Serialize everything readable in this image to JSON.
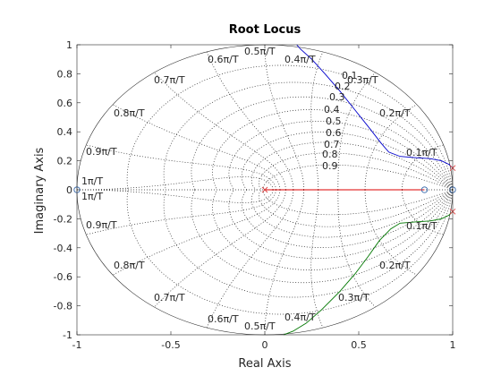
{
  "chart_data": {
    "type": "line",
    "title": "Root Locus",
    "xlabel": "Real Axis",
    "ylabel": "Imaginary Axis",
    "xlim": [
      -1,
      1
    ],
    "ylim": [
      -1,
      1
    ],
    "x_ticks": [
      -1,
      -0.5,
      0,
      0.5,
      1
    ],
    "x_tick_labels": [
      "-1",
      "-0.5",
      "0",
      "0.5",
      "1"
    ],
    "y_ticks": [
      -1,
      -0.8,
      -0.6,
      -0.4,
      -0.2,
      0,
      0.2,
      0.4,
      0.6,
      0.8,
      1
    ],
    "y_tick_labels": [
      "-1",
      "-0.8",
      "-0.6",
      "-0.4",
      "-0.2",
      "0",
      "0.2",
      "0.4",
      "0.6",
      "0.8",
      "1"
    ],
    "grid": true,
    "unit_circle": true,
    "damping_grid": [
      0.1,
      0.2,
      0.3,
      0.4,
      0.5,
      0.6,
      0.7,
      0.8,
      0.9
    ],
    "damping_labels": [
      "0.1",
      "0.2",
      "0.3",
      "0.4",
      "0.5",
      "0.6",
      "0.7",
      "0.8",
      "0.9"
    ],
    "natural_freq_grid": [
      0.1,
      0.2,
      0.3,
      0.4,
      0.5,
      0.6,
      0.7,
      0.8,
      0.9,
      1.0
    ],
    "natural_freq_labels": [
      "0.1π/T",
      "0.2π/T",
      "0.3π/T",
      "0.4π/T",
      "0.5π/T",
      "0.6π/T",
      "0.7π/T",
      "0.8π/T",
      "0.9π/T",
      "1π/T"
    ],
    "series": [
      {
        "color": "#0000cc",
        "points": [
          [
            1.0,
            0.15
          ],
          [
            0.98,
            0.175
          ],
          [
            0.94,
            0.2
          ],
          [
            0.88,
            0.215
          ],
          [
            0.8,
            0.222
          ],
          [
            0.72,
            0.23
          ],
          [
            0.66,
            0.26
          ],
          [
            0.62,
            0.32
          ],
          [
            0.56,
            0.42
          ],
          [
            0.48,
            0.55
          ],
          [
            0.4,
            0.68
          ],
          [
            0.32,
            0.8
          ],
          [
            0.25,
            0.9
          ],
          [
            0.19,
            0.97
          ],
          [
            0.17,
            1.0
          ]
        ]
      },
      {
        "color": "#007700",
        "points": [
          [
            1.0,
            -0.15
          ],
          [
            0.98,
            -0.175
          ],
          [
            0.94,
            -0.2
          ],
          [
            0.88,
            -0.215
          ],
          [
            0.8,
            -0.222
          ],
          [
            0.72,
            -0.23
          ],
          [
            0.67,
            -0.27
          ],
          [
            0.61,
            -0.35
          ],
          [
            0.55,
            -0.46
          ],
          [
            0.48,
            -0.58
          ],
          [
            0.4,
            -0.7
          ],
          [
            0.3,
            -0.83
          ],
          [
            0.22,
            -0.92
          ],
          [
            0.15,
            -0.975
          ],
          [
            0.1,
            -1.0
          ]
        ]
      },
      {
        "color": "#dd0000",
        "points": [
          [
            0.0,
            0.0
          ],
          [
            0.85,
            0.0
          ]
        ]
      }
    ],
    "poles": [
      [
        0.0,
        0.0
      ],
      [
        1.0,
        0.15
      ],
      [
        1.0,
        -0.15
      ]
    ],
    "zeros": [
      [
        -1.0,
        0.0
      ],
      [
        0.85,
        0.0
      ],
      [
        1.0,
        0.0
      ]
    ]
  }
}
